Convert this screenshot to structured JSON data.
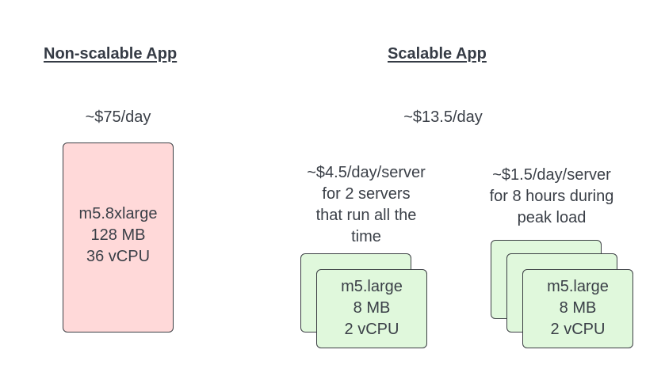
{
  "non_scalable": {
    "heading": "Non-scalable App",
    "cost": "~$75/day",
    "instance": {
      "type": "m5.8xlarge",
      "memory": "128 MB",
      "cpu": "36 vCPU"
    },
    "colors": {
      "fill": "#ffd9d9",
      "border": "#3c3f44"
    }
  },
  "scalable": {
    "heading": "Scalable App",
    "cost": "~$13.5/day",
    "groups": [
      {
        "note_lines": [
          "~$4.5/day/server",
          "for 2 servers",
          "that run all the",
          "time"
        ],
        "instance": {
          "type": "m5.large",
          "memory": "8 MB",
          "cpu": "2 vCPU"
        }
      },
      {
        "note_lines": [
          "~$1.5/day/server",
          "for 8 hours during",
          "peak load"
        ],
        "instance": {
          "type": "m5.large",
          "memory": "8 MB",
          "cpu": "2 vCPU"
        }
      }
    ],
    "colors": {
      "fill": "#e0f8dc",
      "border": "#3c3f44"
    }
  }
}
